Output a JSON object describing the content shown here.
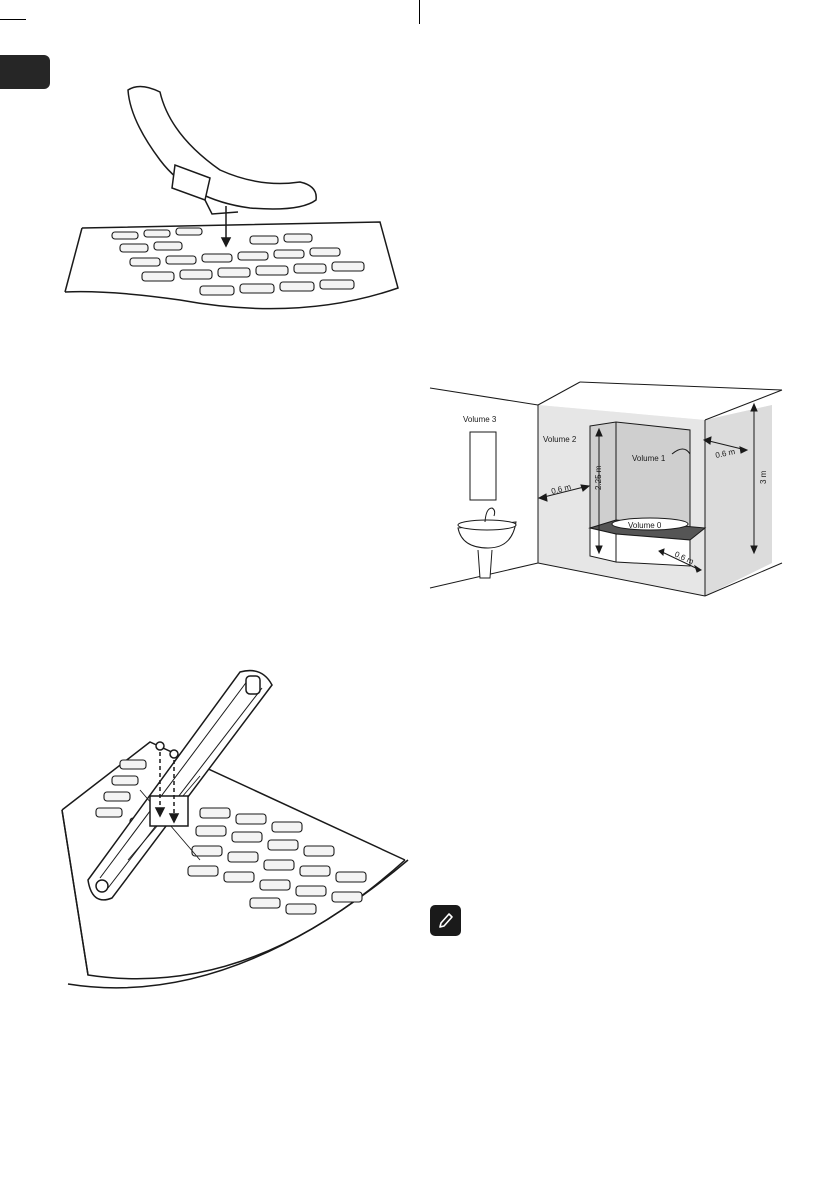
{
  "bathroom_diagram": {
    "volume3": "Volume 3",
    "volume2": "Volume 2",
    "volume1": "Volume 1",
    "volume0": "Volume 0",
    "dim_height_225": "2.25 m",
    "dim_left_06": "0.6 m",
    "dim_right_06": "0.6 m",
    "dim_front_06": "0.6 m",
    "dim_height_3": "3 m"
  },
  "icons": {
    "note": "pencil-note-icon"
  },
  "colors": {
    "tab": "#262626",
    "shading_light": "#e8e8e8",
    "shading_mid": "#cfcfcf"
  }
}
